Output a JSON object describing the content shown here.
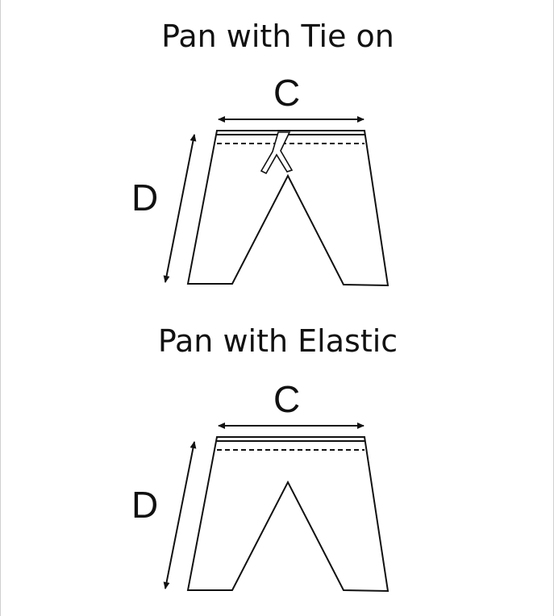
{
  "diagrams": [
    {
      "title": "Pan with Tie on",
      "width_label": "C",
      "length_label": "D",
      "has_tie": true
    },
    {
      "title": "Pan with Elastic",
      "width_label": "C",
      "length_label": "D",
      "has_tie": false
    }
  ],
  "colors": {
    "line": "#111111",
    "background": "#ffffff"
  }
}
